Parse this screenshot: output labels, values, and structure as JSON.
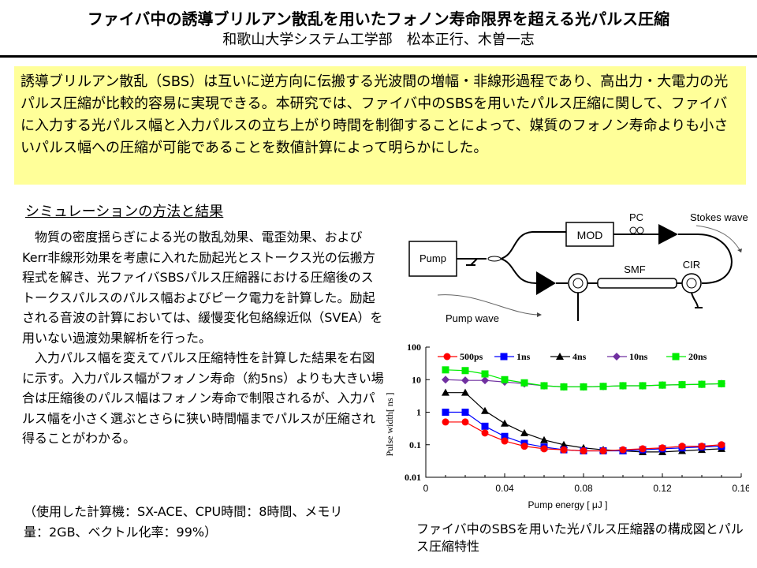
{
  "header": {
    "title": "ファイバ中の誘導ブリルアン散乱を用いたフォノン寿命限界を超える光パルス圧縮",
    "authors": "和歌山大学システム工学部　松本正行、木曽一志"
  },
  "abstract": "誘導ブリルアン散乱（SBS）は互いに逆方向に伝搬する光波間の増幅・非線形過程であり、高出力・大電力の光パルス圧縮が比較的容易に実現できる。本研究では、ファイバ中のSBSを用いたパルス圧縮に関して、ファイバに入力する光パルス幅と入力パルスの立ち上がり時間を制御することによって、媒質のフォノン寿命よりも小さいパルス幅への圧縮が可能であることを数値計算によって明らかにした。",
  "section": {
    "heading": "シミュレーションの方法と結果",
    "paragraphs": [
      "物質の密度揺らぎによる光の散乱効果、電歪効果、およびKerr非線形効果を考慮に入れた励起光とストークス光の伝搬方程式を解き、光ファイバSBSパルス圧縮器における圧縮後のストークスパルスのパルス幅およびピーク電力を計算した。励起される音波の計算においては、緩慢変化包絡線近似（SVEA）を用いない過渡効果解析を行った。",
      "入力パルス幅を変えてパルス圧縮特性を計算した結果を右図に示す。入力パルス幅がフォノン寿命（約5ns）よりも大きい場合は圧縮後のパルス幅はフォノン寿命で制限されるが、入力パルス幅を小さく選ぶとさらに狭い時間幅までパルスが圧縮され得ることがわかる。"
    ],
    "note": "（使用した計算機：SX-ACE、CPU時間：8時間、メモリ量：2GB、ベクトル化率：99%）"
  },
  "diagram": {
    "pump": "Pump",
    "mod": "MOD",
    "pc": "PC",
    "smf": "SMF",
    "cir": "CIR",
    "stokes": "Stokes wave",
    "pump_wave": "Pump wave"
  },
  "caption": "ファイバ中のSBSを用いた光パルス圧縮器の構成図とパルス圧縮特性",
  "chart_data": {
    "type": "line",
    "title": "",
    "xlabel": "Pump energy [ μJ ]",
    "ylabel": "Pulse width[ ns ]",
    "xlim": [
      0,
      0.16
    ],
    "ylim": [
      0.01,
      100
    ],
    "yscale": "log",
    "legend": "top",
    "xticks": [
      "0",
      "0.04",
      "0.08",
      "0.12",
      "0.16"
    ],
    "yticks": [
      "0.01",
      "0.1",
      "1",
      "10",
      "100"
    ],
    "x": [
      0.01,
      0.02,
      0.03,
      0.04,
      0.05,
      0.06,
      0.07,
      0.08,
      0.09,
      0.1,
      0.11,
      0.12,
      0.13,
      0.14,
      0.15
    ],
    "series": [
      {
        "name": "500ps",
        "color": "#ff0000",
        "marker": "circle",
        "values": [
          0.5,
          0.5,
          0.23,
          0.13,
          0.09,
          0.075,
          0.07,
          0.065,
          0.065,
          0.07,
          0.075,
          0.08,
          0.09,
          0.09,
          0.1
        ]
      },
      {
        "name": "1ns",
        "color": "#0000ff",
        "marker": "square",
        "values": [
          1,
          1,
          0.37,
          0.18,
          0.11,
          0.085,
          0.07,
          0.065,
          0.065,
          0.065,
          0.07,
          0.075,
          0.08,
          0.085,
          0.09
        ]
      },
      {
        "name": "4ns",
        "color": "#000000",
        "marker": "triangle",
        "values": [
          4,
          4,
          1.1,
          0.45,
          0.23,
          0.14,
          0.1,
          0.08,
          0.07,
          0.065,
          0.06,
          0.06,
          0.065,
          0.07,
          0.075
        ]
      },
      {
        "name": "10ns",
        "color": "#7030a0",
        "marker": "diamond",
        "values": [
          10,
          9.5,
          9.5,
          8.5,
          7.5,
          6.5,
          6,
          6,
          6.2,
          6.5,
          6.5,
          6.8,
          7,
          7.2,
          7.5
        ]
      },
      {
        "name": "20ns",
        "color": "#00ee00",
        "marker": "square",
        "values": [
          20,
          19,
          15,
          10,
          8,
          6.5,
          6,
          6,
          6.2,
          6.5,
          6.5,
          6.8,
          7,
          7.2,
          7.5
        ]
      }
    ]
  }
}
